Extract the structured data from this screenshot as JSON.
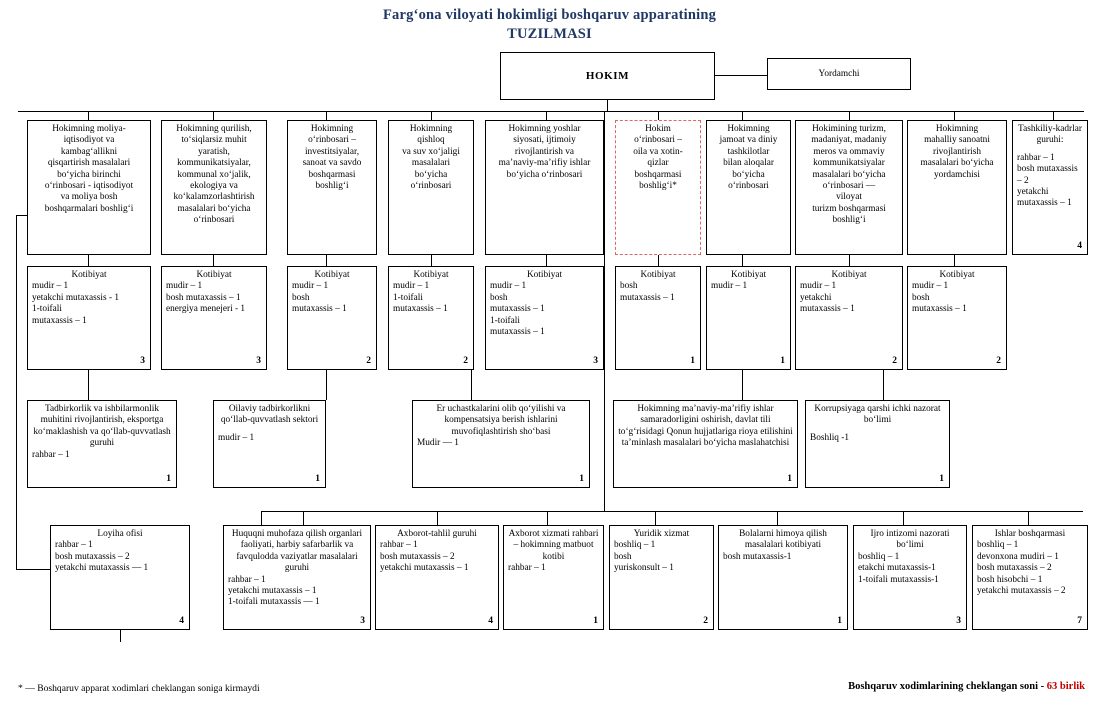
{
  "title": {
    "line1": "Farg‘ona viloyati hokimligi boshqaruv apparatining",
    "line2": "TUZILMASI"
  },
  "top": {
    "hokim": "HOKIM",
    "assistant": "Yordamchi"
  },
  "deputies": [
    {
      "text": "Hokimning moliya-\niqtisodiyot va\nkambag‘allikni\nqisqartirish masalalari\nbo‘yicha birinchi\no‘rinbosari - iqtisodiyot\nva moliya bosh\nboshqarmalari boshlig‘i"
    },
    {
      "text": "Hokimning qurilish,\nto‘siqlarsiz muhit\nyaratish,\nkommunikatsiyalar,\nkommunal xo‘jalik,\nekologiya va\nko‘kalamzorlashtirish\nmasalalari bo‘yicha\no‘rinbosari"
    },
    {
      "text": "Hokimning\no‘rinbosari –\ninvestitsiyalar,\nsanoat va savdo\nboshqarmasi\nboshlig‘i"
    },
    {
      "text": "Hokimning\nqishloq\nva suv xo‘jaligi\nmasalalari\nbo‘yicha\no‘rinbosari"
    },
    {
      "text": "Hokimning yoshlar\nsiyosati, ijtimoiy\nrivojlantirish va\nma’naviy-ma’rifiy ishlar\nbo‘yicha o‘rinbosari"
    },
    {
      "text": "Hokim\no‘rinbosari –\noila va xotin-\nqizlar\nboshqarmasi\nboshlig‘i*",
      "dashed": true
    },
    {
      "text": "Hokimning\njamoat va diniy\ntashkilotlar\nbilan aloqalar\nbo‘yicha\no‘rinbosari"
    },
    {
      "text": "Hokimining turizm,\nmadaniyat, madaniy\nmeros va ommaviy\nkommunikatsiyalar\nmasalalari bo‘yicha\no‘rinbosari —\nviloyat\nturizm boshqarmasi\nboshlig‘i"
    },
    {
      "text": "Hokimning\nmahalliy sanoatni\nrivojlantirish\nmasalalari bo‘yicha\nyordamchisi"
    }
  ],
  "hr_group": {
    "header": "Tashkiliy-kadrlar guruhi:",
    "body": "rahbar – 1\nbosh mutaxassis – 2\nyetakchi mutaxassis – 1",
    "count": "4"
  },
  "secretariats": [
    {
      "header": "Kotibiyat",
      "body": "mudir – 1\nyetakchi mutaxassis - 1\n1-toifali\nmutaxassis – 1",
      "count": "3"
    },
    {
      "header": "Kotibiyat",
      "body": "mudir – 1\nbosh  mutaxassis – 1\nenergiya menejeri - 1",
      "count": "3"
    },
    {
      "header": "Kotibiyat",
      "body": "mudir – 1\nbosh\nmutaxassis – 1",
      "count": "2"
    },
    {
      "header": "Kotibiyat",
      "body": "mudir – 1\n1-toifali\nmutaxassis – 1",
      "count": "2"
    },
    {
      "header": "Kotibiyat",
      "body": "mudir – 1\nbosh\nmutaxassis – 1\n1-toifali\nmutaxassis – 1",
      "count": "3"
    },
    {
      "header": "Kotibiyat",
      "body": "bosh\nmutaxassis – 1",
      "count": "1"
    },
    {
      "header": "Kotibiyat",
      "body": "mudir – 1",
      "count": "1"
    },
    {
      "header": "Kotibiyat",
      "body": "mudir – 1\nyetakchi\nmutaxassis – 1",
      "count": "2"
    },
    {
      "header": "Kotibiyat",
      "body": "mudir – 1\nbosh\nmutaxassis – 1",
      "count": "2"
    }
  ],
  "row3": [
    {
      "header": "Tadbirkorlik va ishbilarmonlik\nmuhitini rivojlantirish,\neksportga ko‘maklashish va\nqo‘llab-quvvatlash guruhi",
      "body": "rahbar – 1",
      "count": "1"
    },
    {
      "header": "Oilaviy tadbirkorlikni\nqo‘llab-quvvatlash sektori",
      "body": "mudir – 1",
      "count": "1"
    },
    {
      "header": "Er uchastkalarini olib qo‘yilishi va\nkompensatsiya berish ishlarini\nmuvofiqlashtirish sho‘basi",
      "body": "Mudir — 1",
      "count": "1"
    },
    {
      "header": "Hokimning ma’naviy-ma’rifiy ishlar\nsamaradorligini oshirish, davlat tili\nto‘g‘risidagi Qonun hujjatlariga rioya\netilishini ta’minlash masalalari\nbo‘yicha maslahatchisi",
      "body": "",
      "count": "1"
    },
    {
      "header": "Korrupsiyaga qarshi\nichki nazorat bo‘limi",
      "body": "Boshliq -1",
      "count": "1"
    }
  ],
  "row4": [
    {
      "header": "Loyiha ofisi",
      "body": "rahbar – 1\nbosh mutaxassis – 2\nyetakchi mutaxassis — 1",
      "count": "4"
    },
    {
      "header": "Huquqni muhofaza qilish\norganlari faoliyati, harbiy\nsafarbarlik va favqulodda\nvaziyatlar masalalari guruhi",
      "body": "rahbar – 1\nyetakchi mutaxassis – 1\n1-toifali mutaxassis — 1",
      "count": "3"
    },
    {
      "header": "Axborot-tahlil guruhi",
      "body": "rahbar – 1\nbosh mutaxassis – 2\nyetakchi mutaxassis – 1",
      "count": "4"
    },
    {
      "header": "Axborot xizmati\nrahbari – hokimning\nmatbuot kotibi",
      "body": "rahbar – 1",
      "count": "1"
    },
    {
      "header": "Yuridik xizmat",
      "body": "boshliq – 1\nbosh\nyuriskonsult – 1",
      "count": "2"
    },
    {
      "header": "Bolalarni himoya qilish\nmasalalari kotibiyati",
      "body": "bosh mutaxassis-1",
      "count": "1"
    },
    {
      "header": "Ijro intizomi nazorati\nbo‘limi",
      "body": "boshliq – 1\netakchi mutaxassis-1\n1-toifali mutaxassis-1",
      "count": "3"
    },
    {
      "header": "Ishlar boshqarmasi",
      "body": "boshliq – 1\ndevonxona mudiri – 1\nbosh mutaxassis – 2\nbosh hisobchi – 1\nyetakchi mutaxassis – 2",
      "count": "7"
    }
  ],
  "footer": {
    "note": "* — Boshqaruv apparat xodimlari cheklangan soniga kirmaydi",
    "total_label": "Boshqaruv xodimlarining cheklangan soni - ",
    "total_value": "63 birlik"
  },
  "colors": {
    "title": "#1F3864",
    "accent_red": "#C00000",
    "dashed": "#E06666"
  }
}
